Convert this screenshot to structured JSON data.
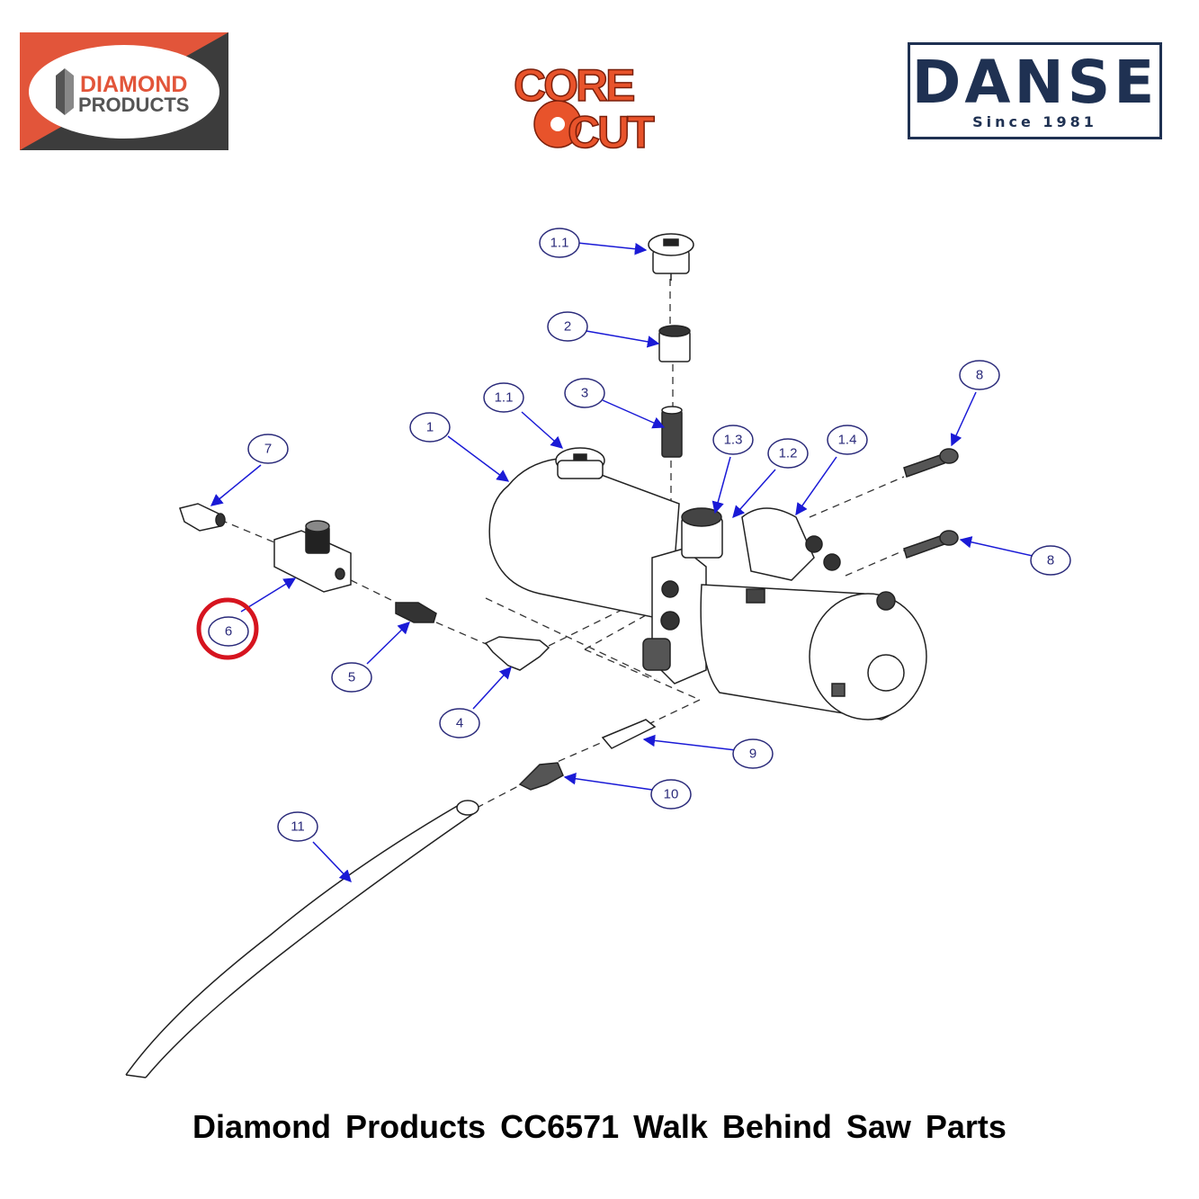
{
  "logos": {
    "diamond_products": {
      "line1": "DIAMOND",
      "line2": "PRODUCTS"
    },
    "core_cut": {
      "line1": "CORE",
      "line2": "CUT"
    },
    "danse": {
      "name": "DANSE",
      "tagline": "Since 1981"
    }
  },
  "colors": {
    "diamond_orange": "#e2553a",
    "diamond_dark": "#3c3c3c",
    "corecut_orange": "#e8532b",
    "danse_navy": "#1f3152",
    "callout_blue": "#1a1ad6",
    "highlight_red": "#d6141f"
  },
  "callouts": [
    {
      "id": "c-1-1-top",
      "label": "1.1"
    },
    {
      "id": "c-2",
      "label": "2"
    },
    {
      "id": "c-3",
      "label": "3"
    },
    {
      "id": "c-1-1-mid",
      "label": "1.1"
    },
    {
      "id": "c-1",
      "label": "1"
    },
    {
      "id": "c-1-3",
      "label": "1.3"
    },
    {
      "id": "c-1-2",
      "label": "1.2"
    },
    {
      "id": "c-1-4",
      "label": "1.4"
    },
    {
      "id": "c-8-top",
      "label": "8"
    },
    {
      "id": "c-8-right",
      "label": "8"
    },
    {
      "id": "c-7",
      "label": "7"
    },
    {
      "id": "c-6",
      "label": "6"
    },
    {
      "id": "c-5",
      "label": "5"
    },
    {
      "id": "c-4",
      "label": "4"
    },
    {
      "id": "c-9",
      "label": "9"
    },
    {
      "id": "c-10",
      "label": "10"
    },
    {
      "id": "c-11",
      "label": "11"
    }
  ],
  "highlighted_callout": "6",
  "caption": "Diamond Products CC6571 Walk Behind Saw Parts"
}
